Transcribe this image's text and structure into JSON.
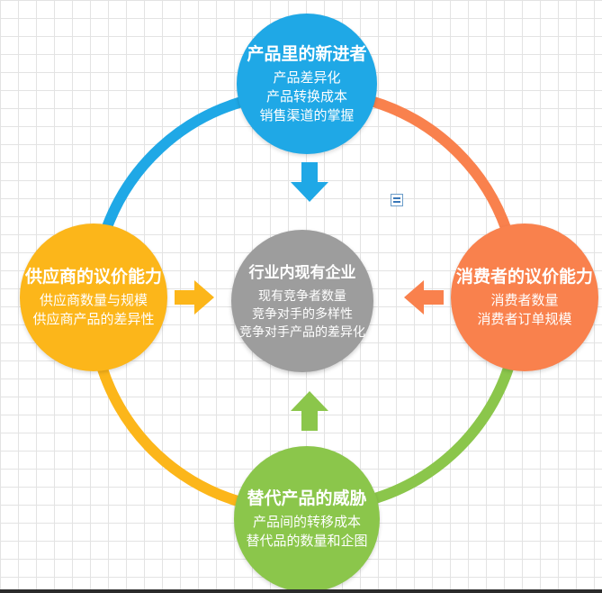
{
  "colors": {
    "top": "#1fa8e6",
    "left": "#fcb61a",
    "right": "#f9814d",
    "bottom": "#8bc64b",
    "center": "#9d9d9d"
  },
  "top": {
    "title": "产品里的新进者",
    "lines": [
      "产品差异化",
      "产品转换成本",
      "销售渠道的掌握"
    ]
  },
  "left": {
    "title": "供应商的议价能力",
    "lines": [
      "供应商数量与规模",
      "供应商产品的差异性"
    ]
  },
  "right": {
    "title": "消费者的议价能力",
    "lines": [
      "消费者数量",
      "消费者订单规模"
    ]
  },
  "bottom": {
    "title": "替代产品的威胁",
    "lines": [
      "产品间的转移成本",
      "替代品的数量和企图"
    ]
  },
  "center": {
    "title": "行业内现有企业",
    "lines": [
      "现有竞争者数量",
      "竞争对手的多样性",
      "竞争对手产品的差异化"
    ]
  }
}
